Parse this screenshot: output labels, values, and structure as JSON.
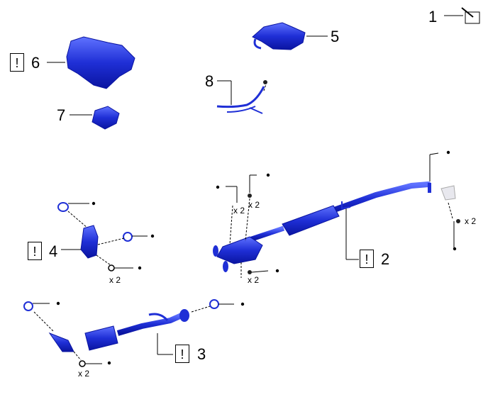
{
  "callouts": {
    "c1": "1",
    "c2": "2",
    "c3": "3",
    "c4": "4",
    "c5": "5",
    "c6": "6",
    "c7": "7",
    "c8": "8"
  },
  "warning_symbol": "!",
  "quantity_label": "x 2",
  "colors": {
    "part_fill": "#1f2fd6",
    "part_dark": "#0a14a0",
    "part_light": "#5f72ff",
    "line": "#000000"
  }
}
